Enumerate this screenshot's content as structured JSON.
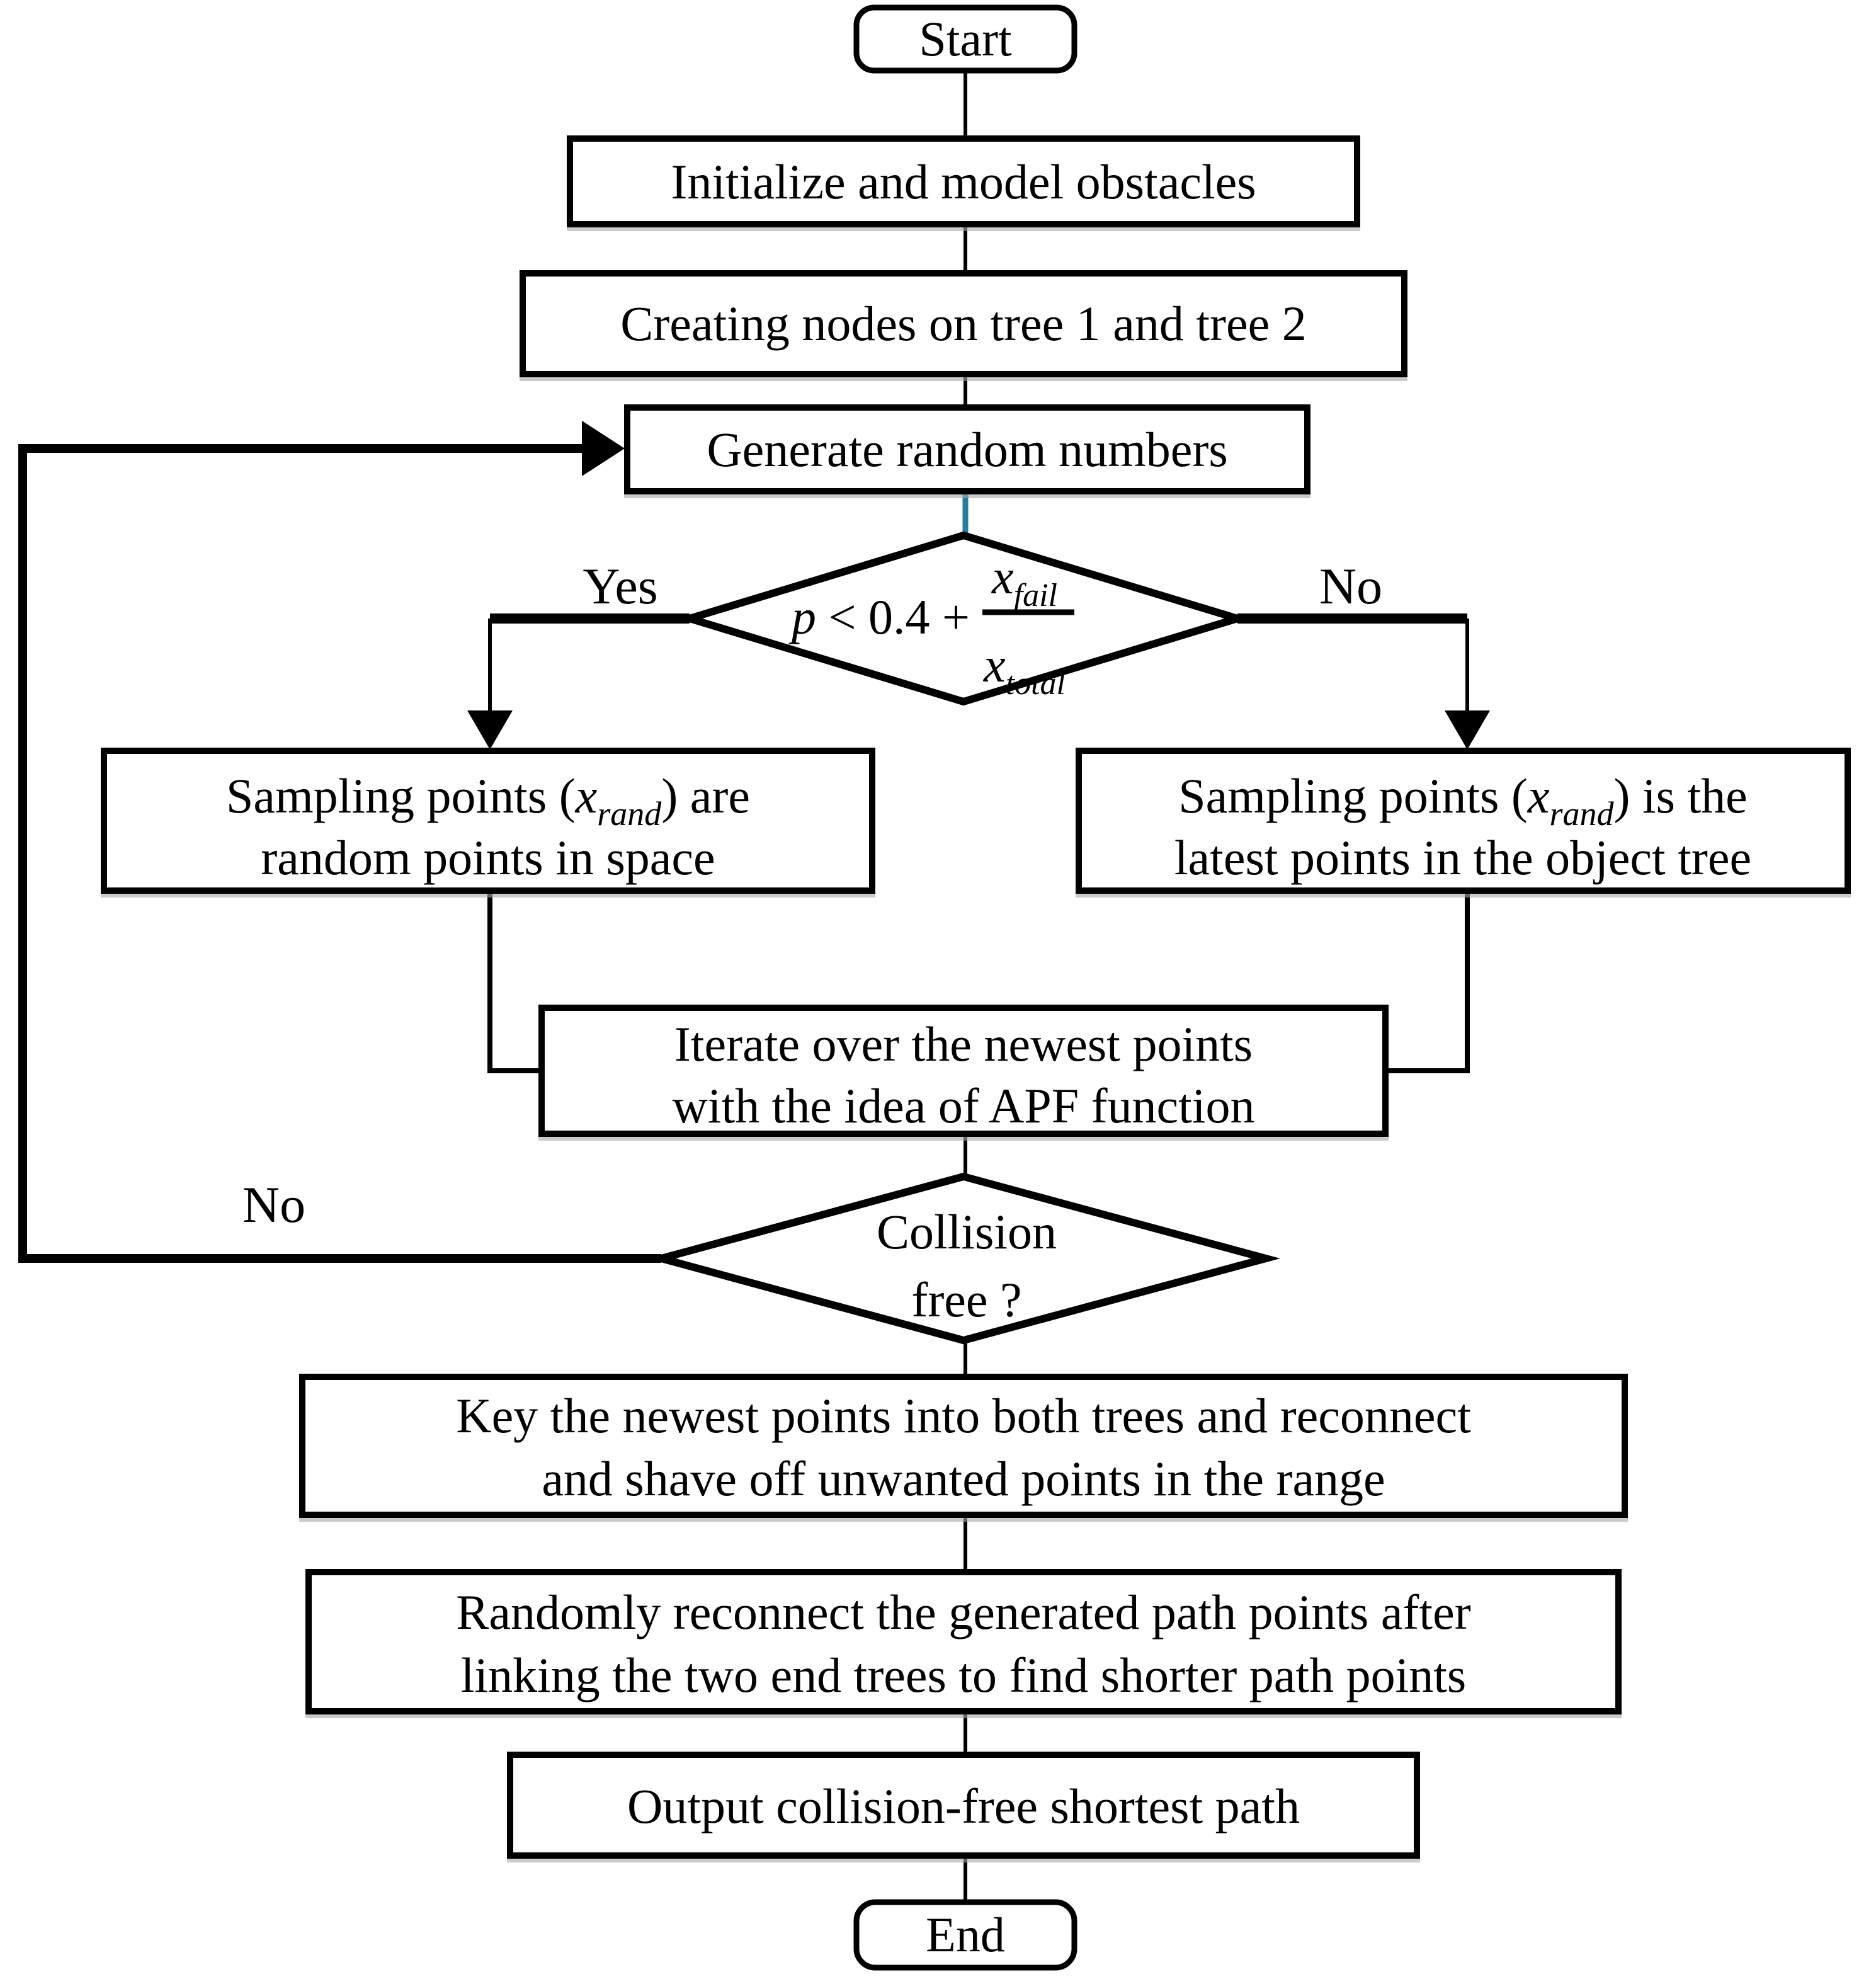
{
  "diagram": {
    "type": "flowchart",
    "description": "Improved bidirectional RRT path planning algorithm flowchart with APF"
  },
  "colors": {
    "stroke": "#000000",
    "background": "#ffffff",
    "highlight_connector": "#2a7d9e"
  },
  "nodes": {
    "start": {
      "label": "Start"
    },
    "initialize": {
      "label": "Initialize and model obstacles"
    },
    "create_nodes": {
      "label": "Creating nodes on tree 1 and tree 2"
    },
    "generate_random": {
      "label": "Generate random numbers"
    },
    "probability_decision": {
      "lhs": "p",
      "comparison": " < 0.4 +",
      "fraction_numerator_base": "x",
      "fraction_numerator_sub": "fail",
      "fraction_denominator_base": "x",
      "fraction_denominator_sub": "total"
    },
    "sample_random": {
      "line1_pre": "Sampling points (",
      "math_base": "x",
      "math_sub": "rand",
      "line1_post": ") are",
      "line2": "random points in space"
    },
    "sample_latest": {
      "line1_pre": "Sampling points (",
      "math_base": "x",
      "math_sub": "rand",
      "line1_post": ") is the",
      "line2": "latest points in the object tree"
    },
    "apf_iterate": {
      "line1": "Iterate over the newest points",
      "line2": "with the idea of APF function"
    },
    "collision_decision": {
      "line1": "Collision",
      "line2": "free ?"
    },
    "key_points": {
      "line1": "Key the newest points into both trees and reconnect",
      "line2": "and shave off unwanted points in the range"
    },
    "reconnect_path": {
      "line1": "Randomly reconnect the generated path points after",
      "line2": "linking the two end trees to find shorter path points"
    },
    "output": {
      "label": "Output collision-free shortest path"
    },
    "end": {
      "label": "End"
    }
  },
  "edge_labels": {
    "probability_yes": "Yes",
    "probability_no": "No",
    "collision_no": "No"
  }
}
